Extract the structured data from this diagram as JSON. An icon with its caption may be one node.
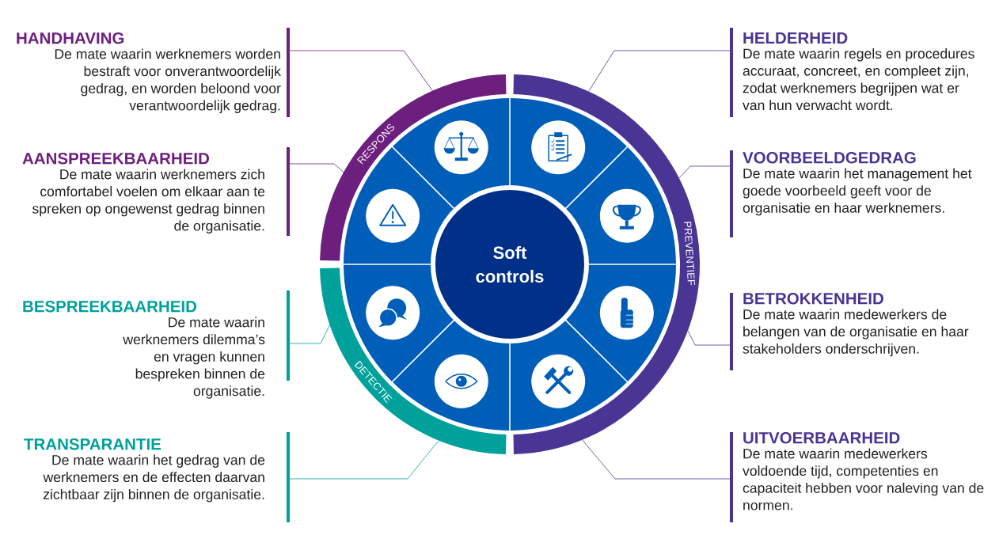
{
  "diagram": {
    "nodes": [
      {
        "text": [
          "HANDHAVING",
          "De mate waarin werknemers worden bestraft voor onverantwoordelijk gedrag, en worden beloond voor verantwoordelijk gedrag."
        ]
      },
      {
        "text": [
          "AANSPREEKBAARHEID",
          "De mate waarin werknemers zich comfortabel voelen om elkaar aan te spreken op ongewenst gedrag binnen de organisatie."
        ]
      },
      {
        "text": [
          "BESPREEKBAARHEID",
          "De mate waarin werknemers dilemma’s en vragen kunnen bespreken binnen de organisatie."
        ]
      },
      {
        "text": [
          "TRANSPARANTIE",
          "De mate waarin het gedrag van de werknemers en de effecten daarvan zichtbaar zijn binnen de organisatie."
        ]
      },
      {
        "text": [
          "HELDERHEID",
          "De mate waarin regels en procedures accuraat, concreet, en compleet zijn, zodat werknemers begrijpen wat er van hun verwacht wordt."
        ]
      },
      {
        "text": [
          "VOORBEELDGEDRAG",
          "De mate waarin het management het goede voorbeeld geeft voor de organisatie en haar werknemers."
        ]
      },
      {
        "text": [
          "BETROKKENHEID",
          "De mate waarin medewerkers de belangen van de organisatie en haar stakeholders onderschrijven."
        ]
      },
      {
        "text": [
          "UITVOERBAARHEID",
          "De mate waarin medewerkers voldoende tijd, competenties en capaciteit hebben voor naleving van de normen."
        ]
      },
      {
        "text": [
          "Soft controls"
        ]
      },
      {
        "text": [
          "RESPONS"
        ]
      },
      {
        "text": [
          "PREVENTIEF"
        ]
      },
      {
        "text": [
          "DETECTIE"
        ]
      }
    ],
    "edges": [
      {
        "from": 0,
        "to": 9,
        "arrow": "none",
        "color": "#6d1f7e"
      },
      {
        "from": 1,
        "to": 9,
        "arrow": "none",
        "color": "#6d1f7e"
      },
      {
        "from": 2,
        "to": 11,
        "arrow": "none",
        "color": "#00a19b"
      },
      {
        "from": 3,
        "to": 11,
        "arrow": "none",
        "color": "#00a19b"
      },
      {
        "from": 4,
        "to": 10,
        "arrow": "none"
      },
      {
        "from": 5,
        "to": 10,
        "arrow": "none"
      },
      {
        "from": 6,
        "to": 10,
        "arrow": "none"
      },
      {
        "from": 7,
        "to": 10,
        "arrow": "none"
      }
    ]
  }
}
